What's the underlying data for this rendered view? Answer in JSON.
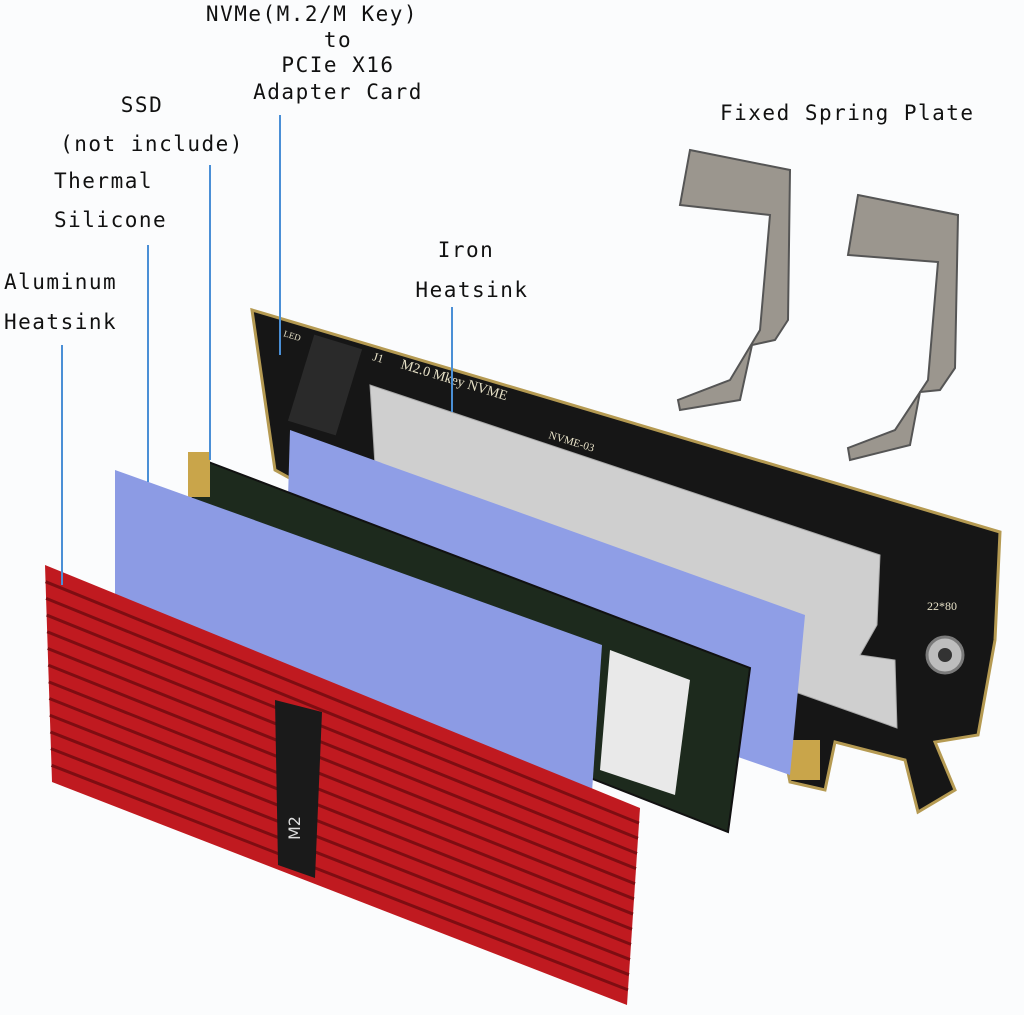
{
  "labels": {
    "adapter": [
      "NVMe(M.2/M Key)",
      "to",
      "PCIe X16",
      "Adapter Card"
    ],
    "ssd": [
      "SSD",
      "(not include)"
    ],
    "thermal": [
      "Thermal",
      "Silicone"
    ],
    "aluminum": [
      "Aluminum",
      "Heatsink"
    ],
    "iron": [
      "Iron",
      "Heatsink"
    ],
    "spring": "Fixed Spring Plate"
  },
  "pcb_silkscreen": {
    "connector": "J1",
    "model": "M2.0 Mkey NVME",
    "board": "NVME-03",
    "size": "22*80",
    "led": "LED"
  },
  "heatsink_marking": "M2",
  "colors": {
    "leader_line": "#4a8fd6",
    "pad": "#8f9ee6",
    "heatsink": "#c8161d",
    "pcb": "#1a1a1a",
    "iron": "#c9c9c9"
  }
}
